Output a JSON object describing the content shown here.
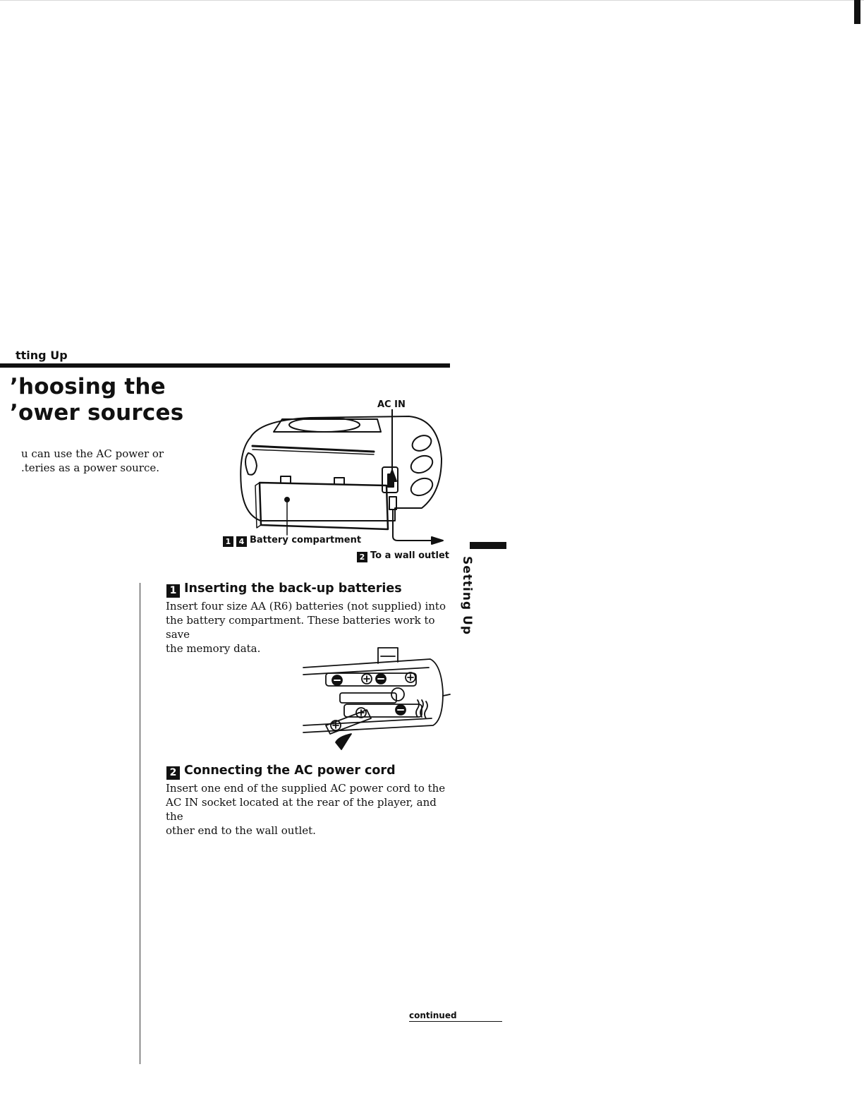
{
  "header": {
    "section_label": "tting Up"
  },
  "title": {
    "line1": "ʼhoosing the",
    "line2": "ʼower sources"
  },
  "intro": {
    "line1": "u can use the AC power or",
    "line2": ".teries as a power source."
  },
  "figure_main": {
    "ac_in_label": "AC IN",
    "battery_label_num1": "1",
    "battery_label_num2": "4",
    "battery_label": "Battery compartment",
    "wall_label_num": "2",
    "wall_label": "To a wall outlet"
  },
  "section1": {
    "number": "1",
    "heading": "Inserting the back-up batteries",
    "line1": "Insert four size AA (R6) batteries (not supplied) into",
    "line2": "the battery compartment. These batteries work to save",
    "line3": "the memory data."
  },
  "section2": {
    "number": "2",
    "heading": "Connecting the AC power cord",
    "line1": "Insert one end of the supplied AC power cord to the",
    "line2": "AC IN socket located at the rear of the player, and the",
    "line3": "other end to the wall outlet."
  },
  "side_tab": {
    "label": "Setting Up"
  },
  "footer": {
    "continued": "continued"
  }
}
